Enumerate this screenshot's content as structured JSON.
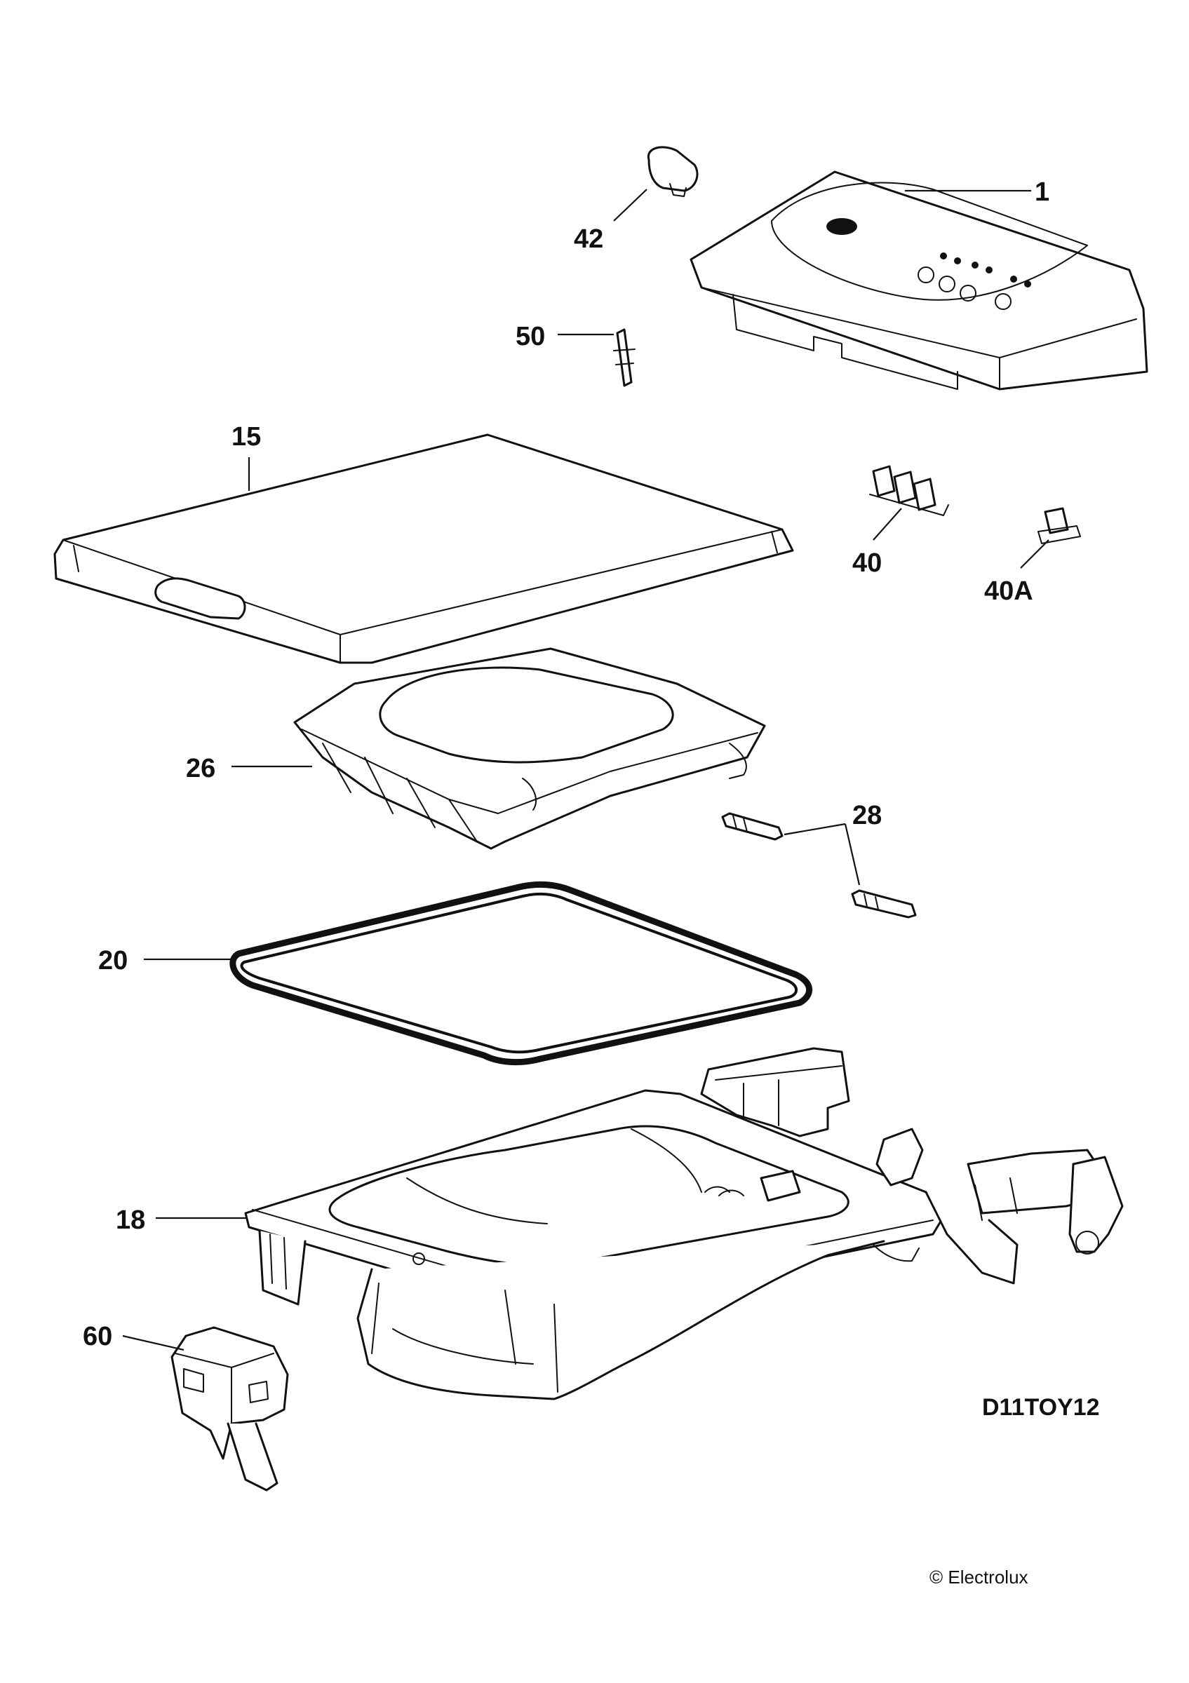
{
  "diagram": {
    "drawing_code": "D11TOY12",
    "copyright": "© Electrolux",
    "parts": [
      {
        "id": "1",
        "label": "1"
      },
      {
        "id": "42",
        "label": "42"
      },
      {
        "id": "50",
        "label": "50"
      },
      {
        "id": "15",
        "label": "15"
      },
      {
        "id": "40",
        "label": "40"
      },
      {
        "id": "40A",
        "label": "40A"
      },
      {
        "id": "26",
        "label": "26"
      },
      {
        "id": "28",
        "label": "28"
      },
      {
        "id": "20",
        "label": "20"
      },
      {
        "id": "18",
        "label": "18"
      },
      {
        "id": "60",
        "label": "60"
      }
    ]
  }
}
